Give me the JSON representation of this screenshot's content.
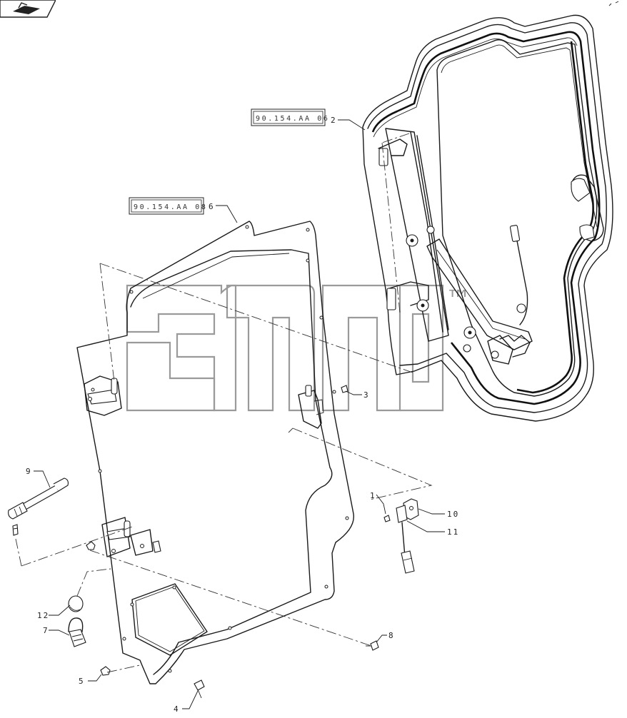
{
  "nav": {
    "icon": "return-arrow-icon"
  },
  "refs": {
    "ref_top": "90.154.AA 06",
    "ref_left": "90.154.AA 08"
  },
  "callouts": {
    "c1": "1",
    "c2": "2",
    "c3": "3",
    "c4": "4",
    "c5": "5",
    "c6": "6",
    "c7": "7",
    "c8": "8",
    "c9": "9",
    "c10": "10",
    "c11": "11",
    "c12": "12"
  },
  "watermark": {
    "mark": "™"
  }
}
